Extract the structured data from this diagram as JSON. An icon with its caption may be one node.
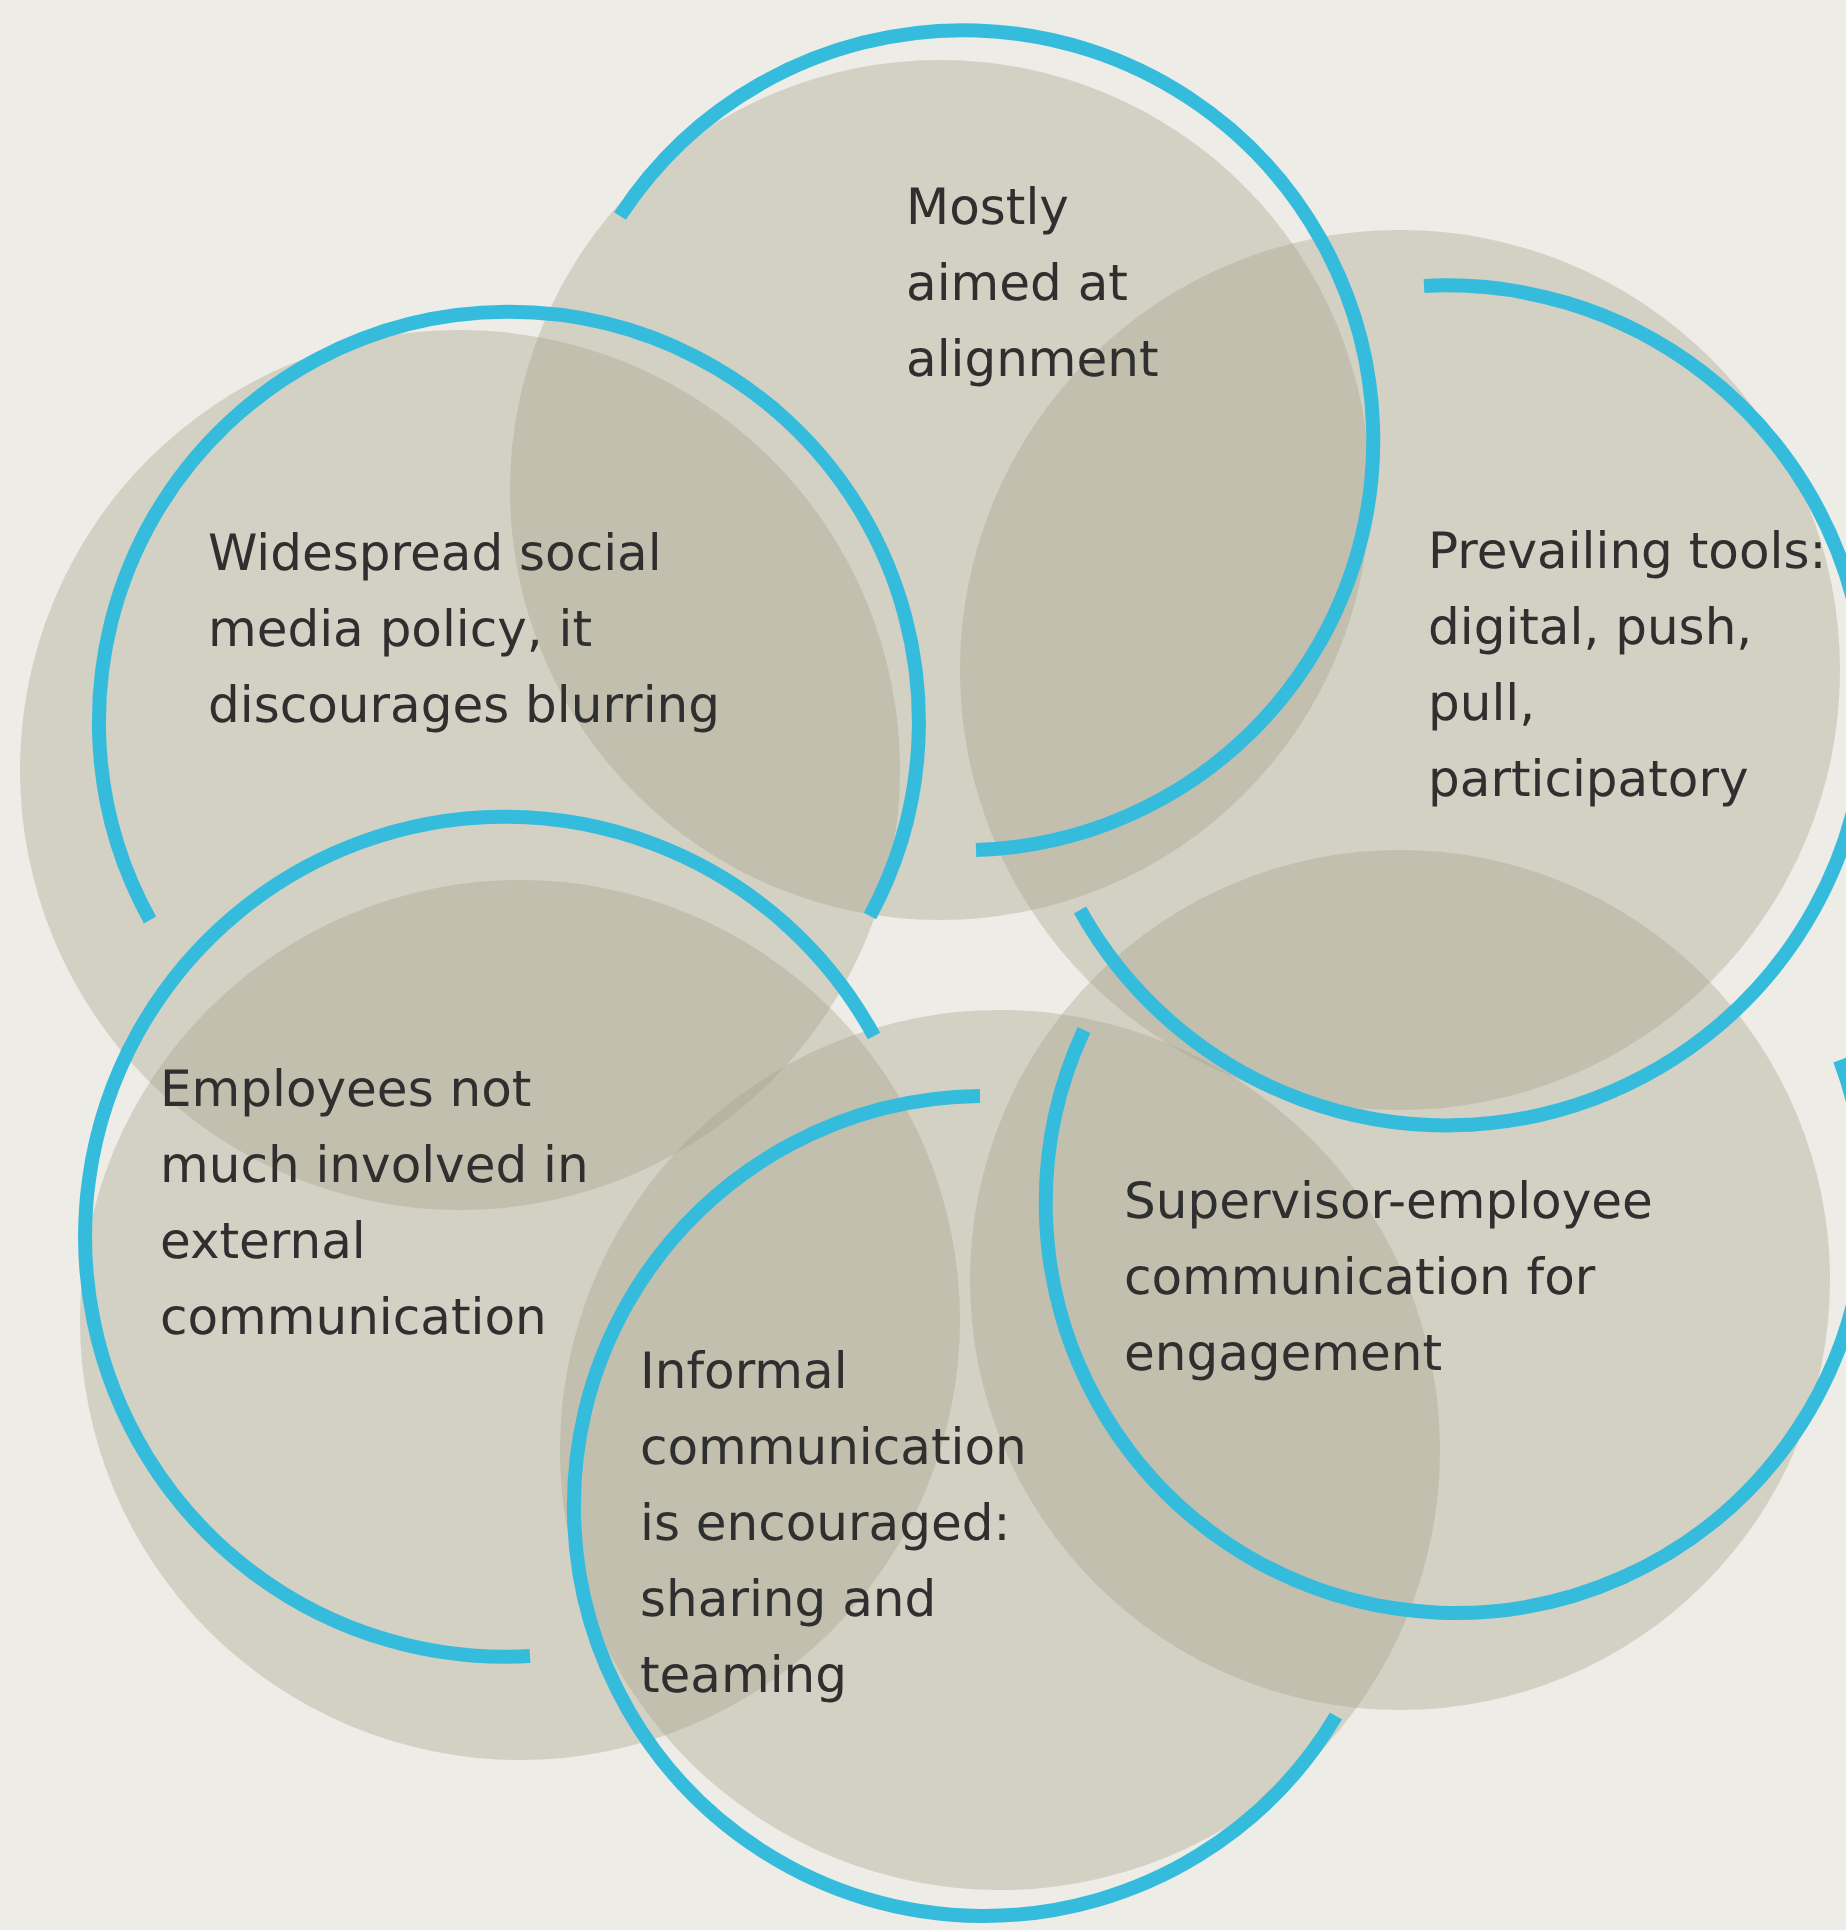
{
  "diagram": {
    "nodes": [
      {
        "text": [
          "Mostly aimed at alignment"
        ]
      },
      {
        "text": [
          "Widespread social media policy, it discourages blurring"
        ]
      },
      {
        "text": [
          "Prevailing tools: digital, push, pull, participatory"
        ]
      },
      {
        "text": [
          "Employees not much involved in external communication"
        ]
      },
      {
        "text": [
          "Supervisor-employee communication for engagement"
        ]
      },
      {
        "text": [
          "Informal communication is encouraged: sharing and teaming"
        ]
      }
    ]
  }
}
